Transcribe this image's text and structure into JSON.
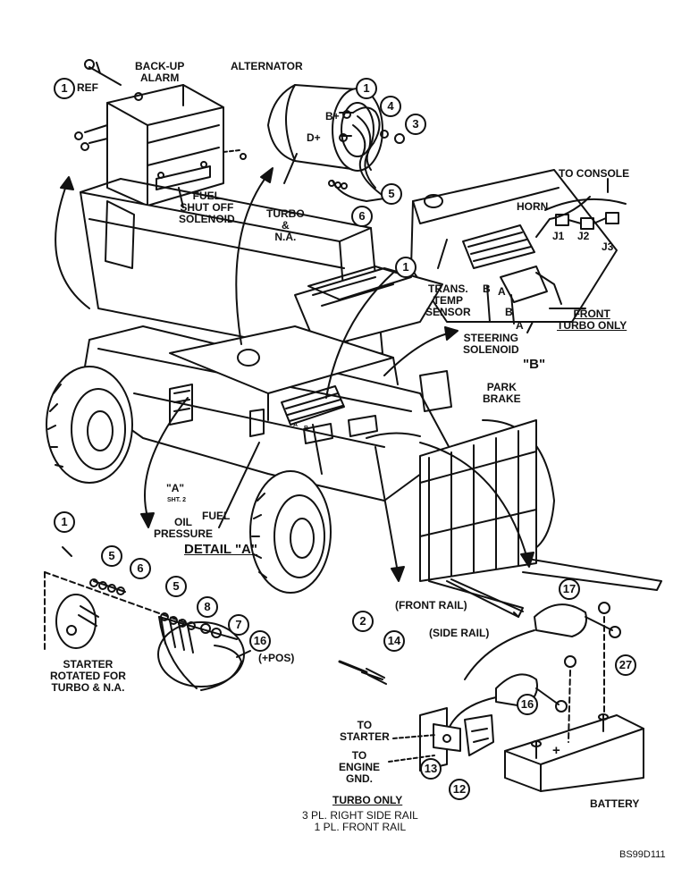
{
  "labels": {
    "ref": "REF",
    "backup_alarm": "BACK-UP\nALARM",
    "alternator": "ALTERNATOR",
    "b_plus": "B+",
    "d_plus": "D+",
    "fuel_shutoff": "FUEL\nSHUT OFF\nSOLENOID",
    "turbo_na": "TURBO\n&\nN.A.",
    "to_console": "TO CONSOLE",
    "horn": "HORN",
    "j1": "J1",
    "j2": "J2",
    "j3": "J3",
    "trans_temp": "TRANS.\nTEMP\nSENSOR",
    "b_left": "B",
    "a_mid": "A",
    "b_mid": "B",
    "a_low": "A",
    "steering_solenoid": "STEERING\nSOLENOID",
    "front_turbo_only": "FRONT\nTURBO ONLY",
    "b_quote": "\"B\"",
    "park_brake": "PARK\nBRAKE",
    "a_small": "A",
    "b_small": "B",
    "a_quote": "\"A\"",
    "sht2": "SHT. 2",
    "oil_pressure": "OIL\nPRESSURE",
    "fuel": "FUEL",
    "detail_a": "DETAIL \"A\"",
    "front_rail": "(FRONT RAIL)",
    "side_rail": "(SIDE RAIL)",
    "starter_rotated": "STARTER\nROTATED FOR\nTURBO & N.A.",
    "pos": "(+POS)",
    "to_starter": "TO\nSTARTER",
    "to_engine_gnd": "TO\nENGINE\nGND.",
    "turbo_only": "TURBO ONLY",
    "rail_note": "3 PL. RIGHT SIDE RAIL\n1 PL. FRONT RAIL",
    "battery": "BATTERY",
    "plus": "+",
    "code": "BS99D111"
  },
  "callouts": [
    "1",
    "1",
    "1",
    "4",
    "3",
    "5",
    "6",
    "1",
    "5",
    "6",
    "5",
    "8",
    "7",
    "16",
    "2",
    "14",
    "17",
    "27",
    "16",
    "13",
    "12"
  ]
}
